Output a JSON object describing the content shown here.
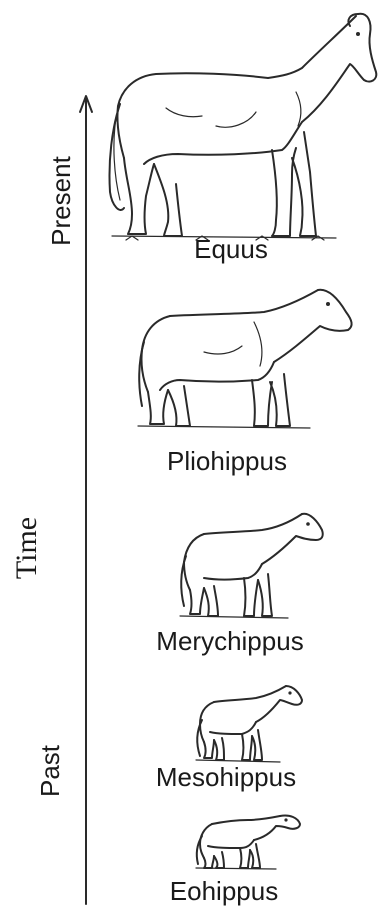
{
  "axis": {
    "label": "Time",
    "top_label": "Present",
    "bottom_label": "Past"
  },
  "stages": [
    {
      "name": "Equus",
      "icon": "horse-equus-icon"
    },
    {
      "name": "Pliohippus",
      "icon": "horse-pliohippus-icon"
    },
    {
      "name": "Merychippus",
      "icon": "horse-merychippus-icon"
    },
    {
      "name": "Mesohippus",
      "icon": "horse-mesohippus-icon"
    },
    {
      "name": "Eohippus",
      "icon": "horse-eohippus-icon"
    }
  ],
  "colors": {
    "ink": "#2a2a2a",
    "background": "#ffffff"
  }
}
